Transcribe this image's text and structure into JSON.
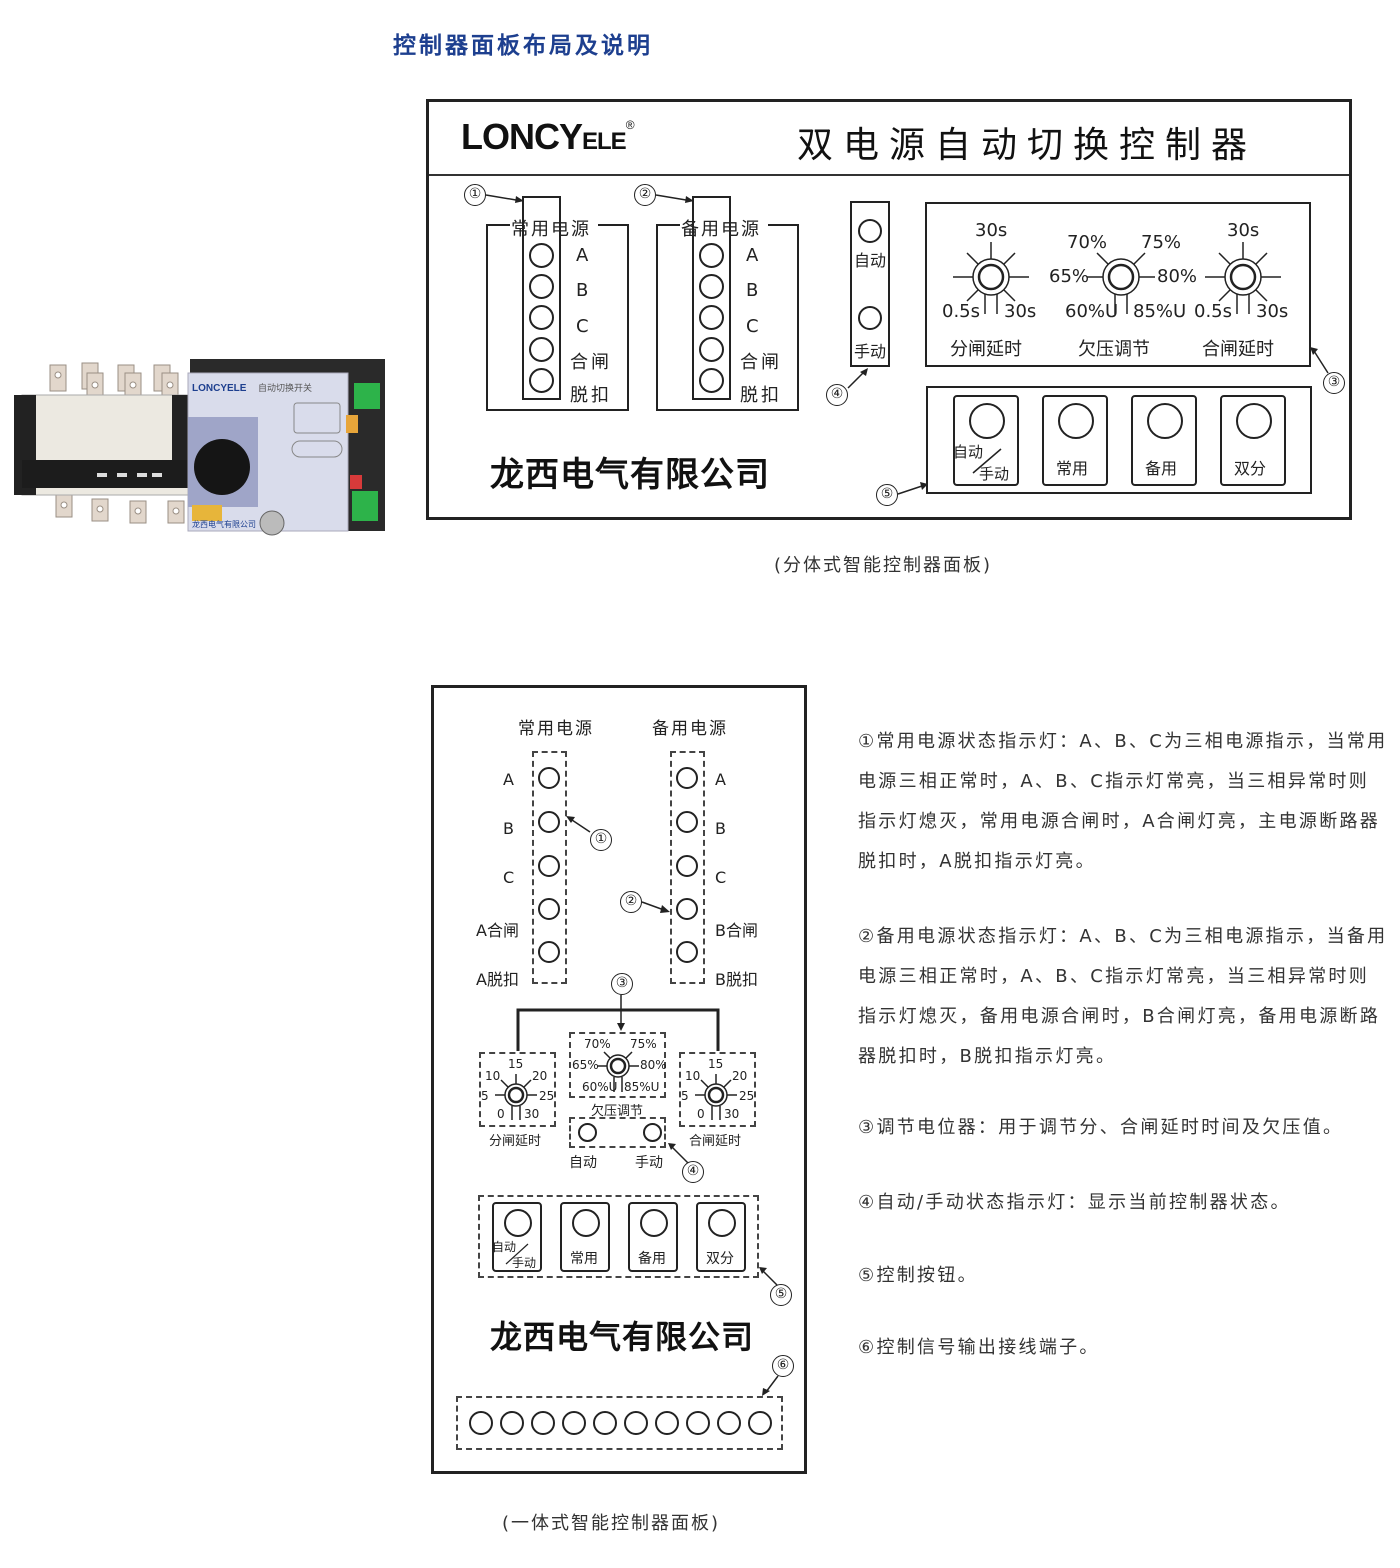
{
  "page": {
    "title": "控制器面板布局及说明"
  },
  "product_photo": {
    "alt": "双电源自动切换开关产品照片",
    "brand": "LONCY ELE",
    "label": "自动切换开关",
    "company": "龙西电气有限公司",
    "colors": {
      "body": "#e9e6df",
      "handle": "#1a1a1a",
      "faceplate": "#c9cde4",
      "terminal_green": "#2db34a"
    }
  },
  "split_panel": {
    "brand": "LONCY",
    "brand_suffix": "ELE",
    "registered": "®",
    "title": "双电源自动切换控制器",
    "main_source": {
      "number": "①",
      "label": "常用电源",
      "indicators": [
        "A",
        "B",
        "C",
        "合闸",
        "脱扣"
      ]
    },
    "backup_source": {
      "number": "②",
      "label": "备用电源",
      "indicators": [
        "A",
        "B",
        "C",
        "合闸",
        "脱扣"
      ]
    },
    "mode_indicators": {
      "number": "④",
      "items": [
        "自动",
        "手动"
      ]
    },
    "potentiometers": {
      "number": "③",
      "knobs": [
        {
          "name": "分闸延时",
          "top": "30s",
          "min": "0.5s",
          "max": "30s"
        },
        {
          "name": "欠压调节",
          "ticks": [
            "70%",
            "75%",
            "65%",
            "80%"
          ],
          "min": "60%U",
          "max": "85%U"
        },
        {
          "name": "合闸延时",
          "top": "30s",
          "min": "0.5s",
          "max": "30s"
        }
      ]
    },
    "buttons": {
      "number": "⑤",
      "items": [
        {
          "top": "自动",
          "bottom": "手动"
        },
        {
          "label": "常用"
        },
        {
          "label": "备用"
        },
        {
          "label": "双分"
        }
      ]
    },
    "company": "龙西电气有限公司",
    "caption": "(分体式智能控制器面板)"
  },
  "integrated_panel": {
    "main_source": {
      "label": "常用电源",
      "number": "①",
      "indicators": [
        "A",
        "B",
        "C",
        "A合闸",
        "A脱扣"
      ]
    },
    "backup_source": {
      "label": "备用电源",
      "number": "②",
      "indicators": [
        "A",
        "B",
        "C",
        "B合闸",
        "B脱扣"
      ]
    },
    "potentiometers": {
      "number": "③",
      "open_delay": {
        "name": "分闸延时",
        "ticks": [
          "15",
          "10",
          "20",
          "5",
          "25",
          "0",
          "30"
        ]
      },
      "undervoltage": {
        "name": "欠压调节",
        "ticks": [
          "70%",
          "75%",
          "65%",
          "80%",
          "60%U",
          "85%U"
        ]
      },
      "close_delay": {
        "name": "合闸延时",
        "ticks": [
          "15",
          "10",
          "20",
          "5",
          "25",
          "0",
          "30"
        ]
      }
    },
    "mode_indicators": {
      "number": "④",
      "items": [
        "自动",
        "手动"
      ]
    },
    "buttons": {
      "number": "⑤",
      "items": [
        {
          "top": "自动",
          "bottom": "手动"
        },
        {
          "label": "常用"
        },
        {
          "label": "备用"
        },
        {
          "label": "双分"
        }
      ]
    },
    "company": "龙西电气有限公司",
    "terminals": {
      "number": "⑥",
      "count": 10
    },
    "caption": "(一体式智能控制器面板)"
  },
  "descriptions": [
    {
      "num": "①",
      "text": "常用电源状态指示灯：A、B、C为三相电源指示，当常用电源三相正常时，A、B、C指示灯常亮，当三相异常时则指示灯熄灭，常用电源合闸时，A合闸灯亮，主电源断路器脱扣时，A脱扣指示灯亮。"
    },
    {
      "num": "②",
      "text": "备用电源状态指示灯：A、B、C为三相电源指示，当备用电源三相正常时，A、B、C指示灯常亮，当三相异常时则指示灯熄灭，备用电源合闸时，B合闸灯亮，备用电源断路器脱扣时，B脱扣指示灯亮。"
    },
    {
      "num": "③",
      "text": "调节电位器：用于调节分、合闸延时时间及欠压值。"
    },
    {
      "num": "④",
      "text": "自动/手动状态指示灯：显示当前控制器状态。"
    },
    {
      "num": "⑤",
      "text": "控制按钮。"
    },
    {
      "num": "⑥",
      "text": "控制信号输出接线端子。"
    }
  ]
}
